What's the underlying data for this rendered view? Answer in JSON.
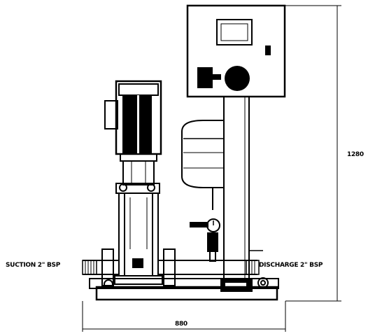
{
  "labels": {
    "suction": "SUCTION 2\" BSP",
    "discharge": "DISCHARGE 2\" BSP",
    "height": "1280",
    "width": "880"
  },
  "colors": {
    "line": "#000000",
    "background": "#ffffff"
  }
}
